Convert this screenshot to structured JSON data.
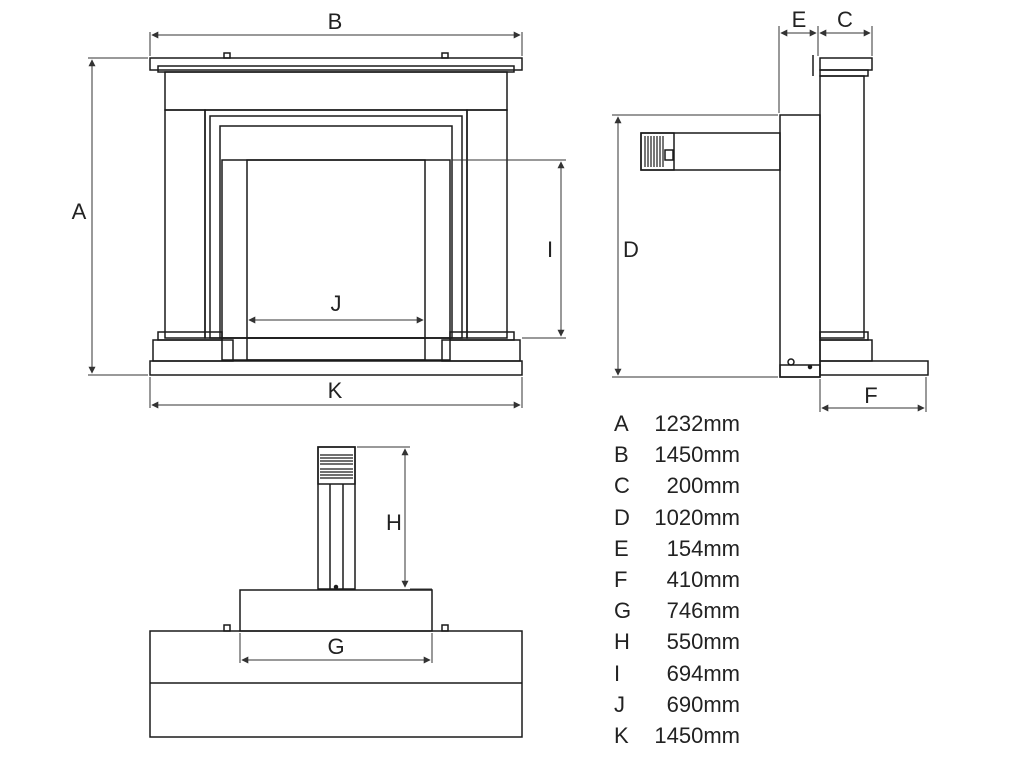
{
  "dimension_labels": {
    "A": "A",
    "B": "B",
    "C": "C",
    "D": "D",
    "E": "E",
    "F": "F",
    "G": "G",
    "H": "H",
    "I": "I",
    "J": "J",
    "K": "K"
  },
  "legend": [
    {
      "letter": "A",
      "value": "1232mm"
    },
    {
      "letter": "B",
      "value": "1450mm"
    },
    {
      "letter": "C",
      "value": "200mm"
    },
    {
      "letter": "D",
      "value": "1020mm"
    },
    {
      "letter": "E",
      "value": "154mm"
    },
    {
      "letter": "F",
      "value": "410mm"
    },
    {
      "letter": "G",
      "value": "746mm"
    },
    {
      "letter": "H",
      "value": "550mm"
    },
    {
      "letter": "I",
      "value": "694mm"
    },
    {
      "letter": "J",
      "value": "690mm"
    },
    {
      "letter": "K",
      "value": "1450mm"
    }
  ],
  "colors": {
    "line": "#1a1a1a",
    "dim": "#333333",
    "background": "#ffffff"
  }
}
